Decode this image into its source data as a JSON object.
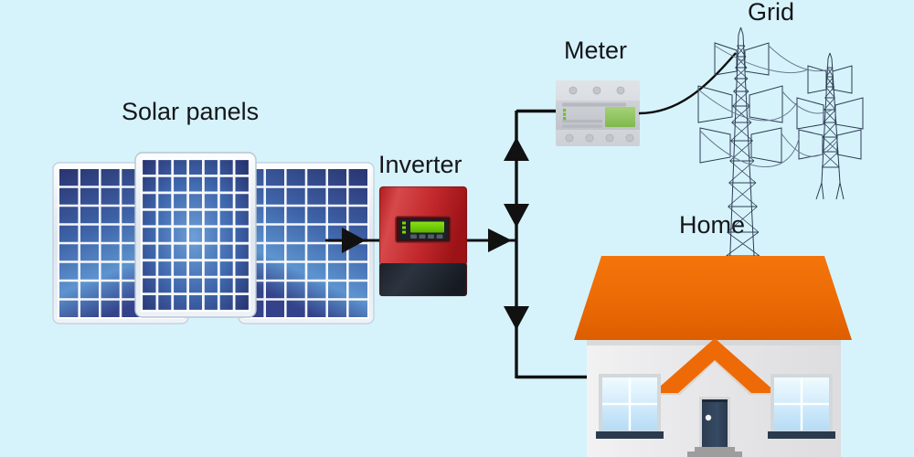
{
  "diagram": {
    "title": "Residential solar PV system flow diagram",
    "background_color": "#d6f3fc"
  },
  "labels": {
    "solar_panels": "Solar panels",
    "inverter": "Inverter",
    "meter": "Meter",
    "grid": "Grid",
    "home": "Home"
  },
  "icons": {
    "solar_panels": "solar-panel-array-icon",
    "inverter": "inverter-icon",
    "meter": "electricity-meter-icon",
    "grid": "transmission-tower-icon",
    "home": "house-icon",
    "flow_arrow": "flow-arrow-icon"
  },
  "colors": {
    "background": "#d6f3fc",
    "panel_blue_dark": "#2a3a78",
    "panel_blue_mid": "#3a63ad",
    "panel_blue_light": "#5f9bd8",
    "panel_frame": "#e8eef5",
    "inverter_red_light": "#d8484a",
    "inverter_red_dark": "#a01418",
    "inverter_base": "#232a33",
    "lcd_green": "#6ec800",
    "meter_body": "#d6d9de",
    "meter_face": "#c6cacf",
    "meter_lcd": "#8bc35c",
    "roof_orange": "#ef6c00",
    "wall_white": "#ececed",
    "door_navy": "#31435a",
    "window_glass": "#cfe9f8",
    "pylon_steel": "#2d3c53",
    "wire_black": "#111111",
    "line_black": "#111111"
  },
  "flows": [
    {
      "name": "panels-to-inverter",
      "from": "Solar panels",
      "to": "Inverter",
      "direction": "right"
    },
    {
      "name": "inverter-to-bus",
      "from": "Inverter",
      "to": "Distribution bus",
      "direction": "right"
    },
    {
      "name": "bus-to-meter",
      "from": "Distribution bus",
      "to": "Meter",
      "direction": "up"
    },
    {
      "name": "meter-to-bus",
      "from": "Meter",
      "to": "Distribution bus",
      "direction": "down"
    },
    {
      "name": "bus-to-home",
      "from": "Distribution bus",
      "to": "Home",
      "direction": "down"
    },
    {
      "name": "meter-to-grid",
      "from": "Meter",
      "to": "Grid",
      "direction": "right"
    }
  ],
  "solar_array": {
    "panel_count": 3,
    "panels": [
      {
        "name": "left-panel",
        "cols": 6,
        "rows": 8
      },
      {
        "name": "center-panel",
        "cols": 7,
        "rows": 9
      },
      {
        "name": "right-panel",
        "cols": 6,
        "rows": 8
      }
    ]
  },
  "inverter_unit": {
    "display": "lcd-screen",
    "led_count": 3,
    "button_count": 4
  },
  "meter_unit": {
    "top_screw_count": 3,
    "bottom_screw_count": 4,
    "led_count": 3,
    "display": "lcd-screen"
  },
  "grid_unit": {
    "tower_count": 2,
    "crossarm_levels": 3
  },
  "home_unit": {
    "window_count": 2,
    "panes_per_window": 4,
    "door_count": 1,
    "porch_gable": true
  }
}
